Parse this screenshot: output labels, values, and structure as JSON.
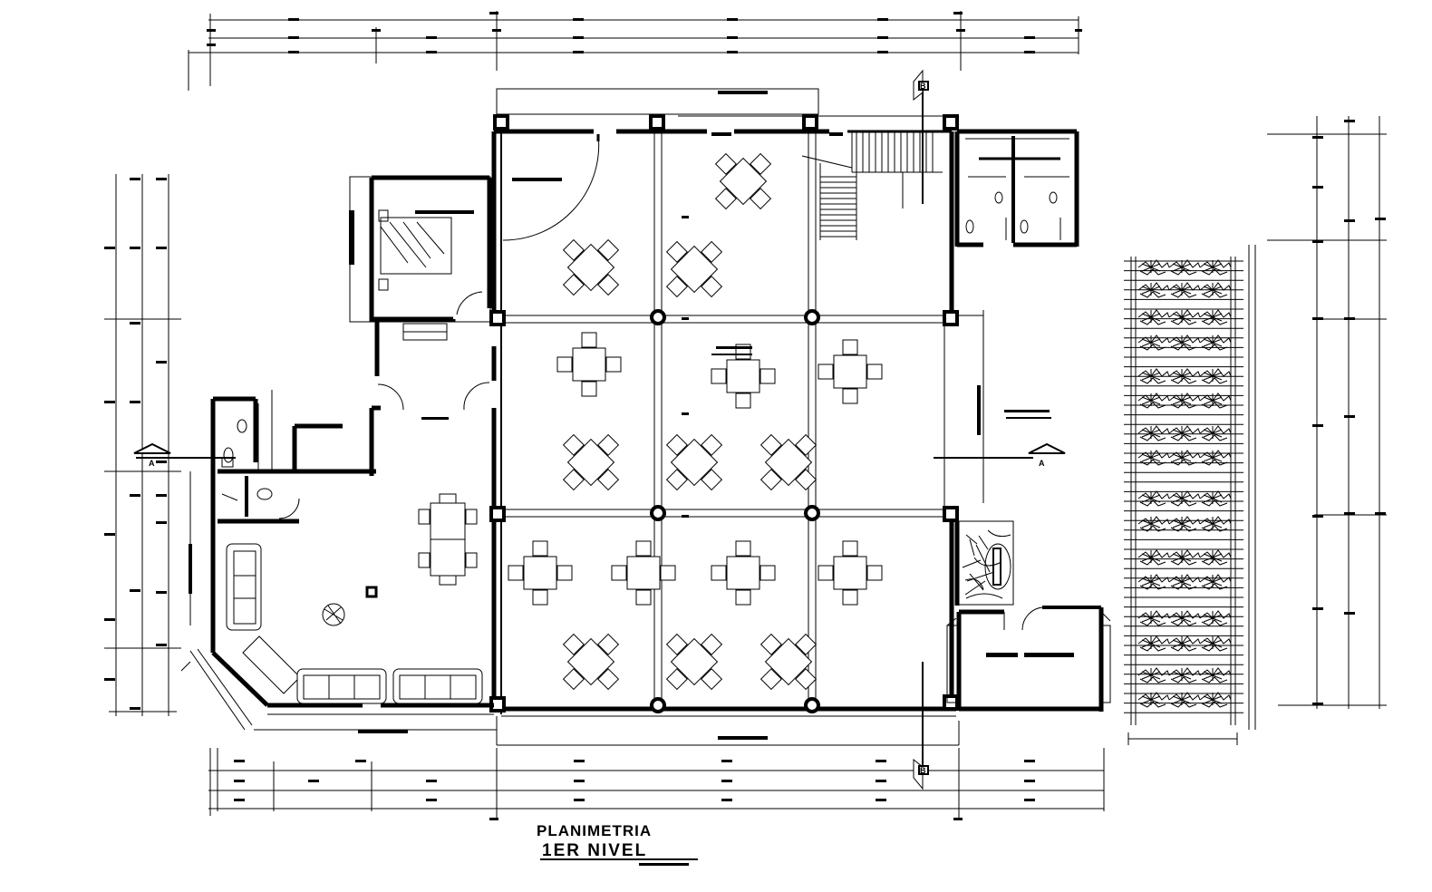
{
  "drawing": {
    "title": "PLANIMETRIA",
    "subtitle": "1ER NIVEL",
    "section_marker_left": "A",
    "section_marker_right": "A",
    "section_marker_top": "B",
    "section_marker_bottom": "B"
  },
  "colors": {
    "ink": "#000000",
    "paper": "#ffffff"
  }
}
